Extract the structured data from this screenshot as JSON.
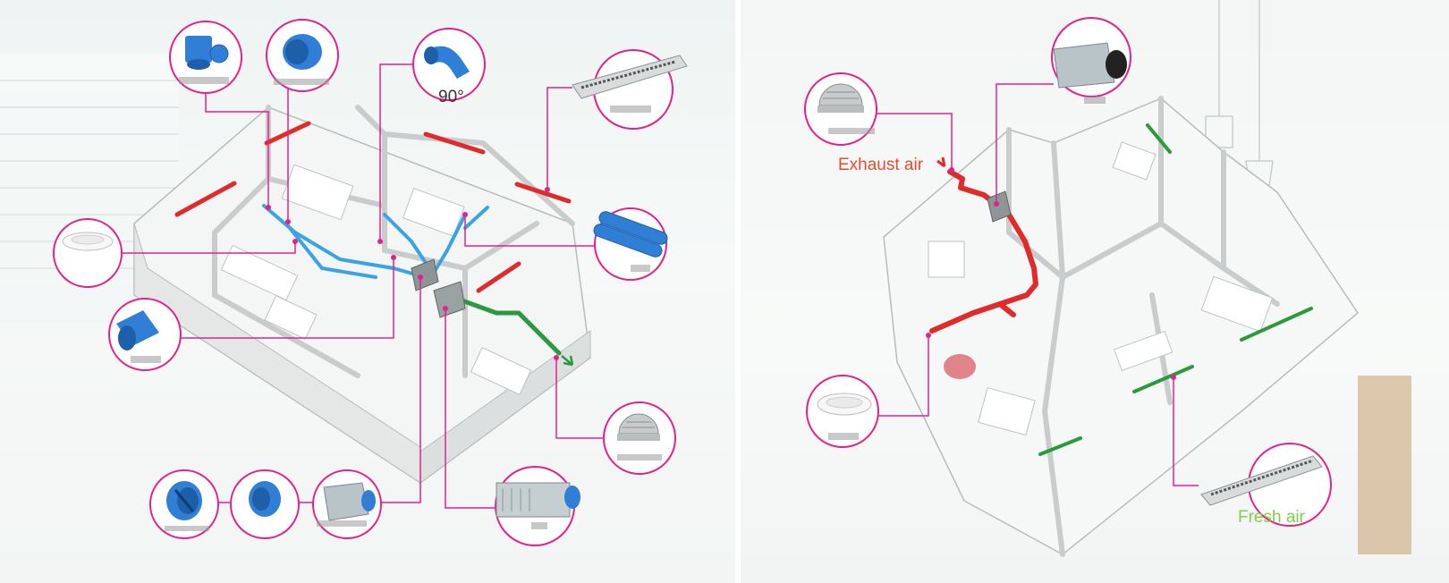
{
  "colors": {
    "callout_ring": "#e3218b",
    "exhaust_duct": "#e12a2a",
    "fresh_duct": "#2a9a3c",
    "supply_duct": "#3aa3e8",
    "component_blue": "#2f7fd6",
    "exhaust_label": "#e94b2e",
    "fresh_label": "#7fd14a"
  },
  "left_diagram": {
    "elbow_angle_label": "90°"
  },
  "right_diagram": {
    "exhaust_label": "Exhaust air",
    "fresh_label": "Fresh air"
  },
  "icons": [
    "tee-connector-icon",
    "duct-connector-icon",
    "elbow-90-icon",
    "linear-grille-icon",
    "round-diffuser-icon",
    "flexible-duct-icon",
    "reducer-icon",
    "weather-hood-icon",
    "damper-icon",
    "straight-connector-icon",
    "silencer-box-icon",
    "ventilation-unit-icon"
  ]
}
